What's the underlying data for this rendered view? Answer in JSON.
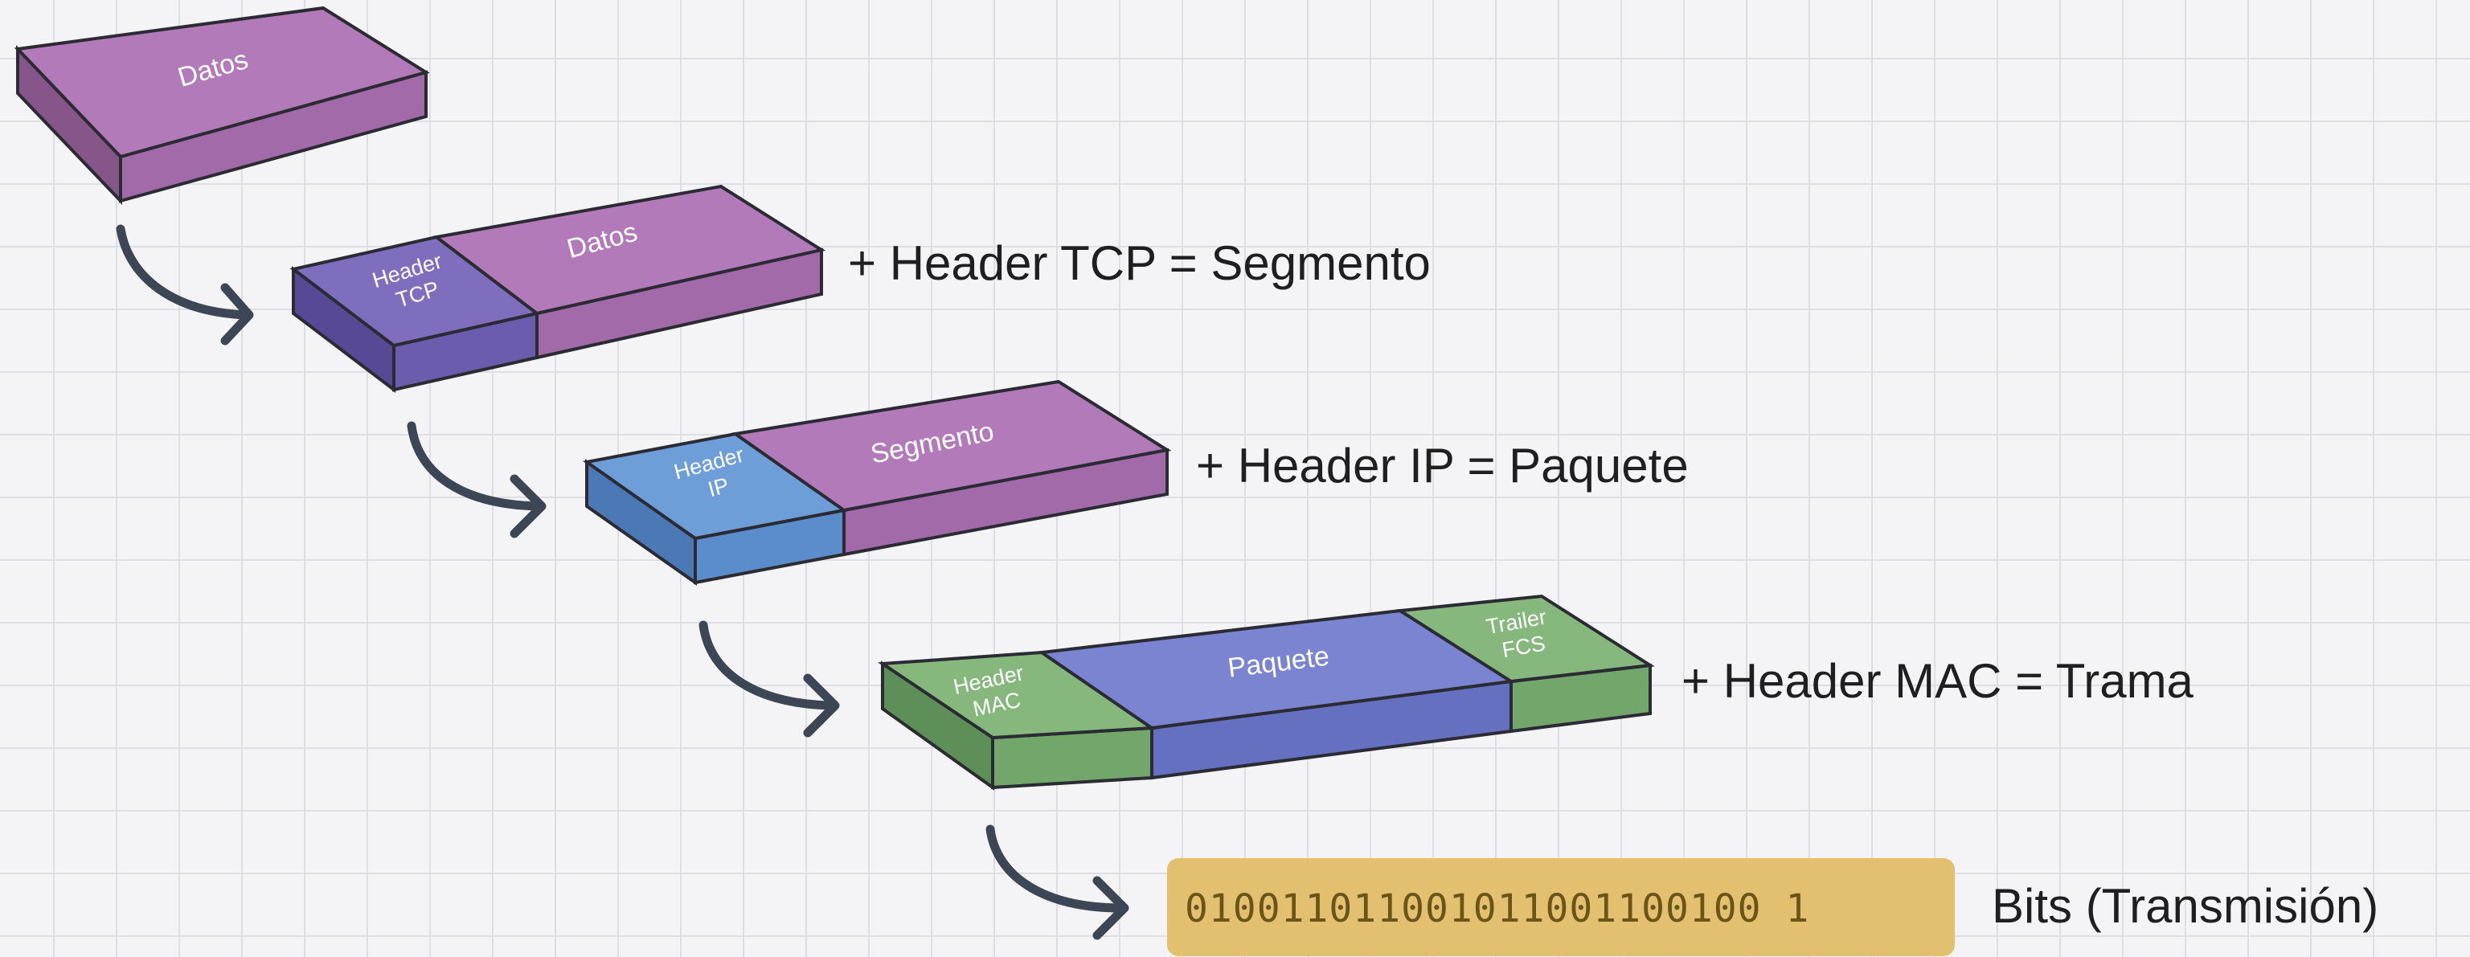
{
  "blocks": {
    "datos": {
      "label": "Datos"
    },
    "segmento": {
      "header_line1": "Header",
      "header_line2": "TCP",
      "body": "Datos"
    },
    "paquete": {
      "header_line1": "Header",
      "header_line2": "IP",
      "body": "Segmento"
    },
    "trama": {
      "header_line1": "Header",
      "header_line2": "MAC",
      "body": "Paquete",
      "trailer_line1": "Trailer",
      "trailer_line2": "FCS"
    }
  },
  "labels": {
    "segmento": "+ Header TCP = Segmento",
    "paquete": "+ Header IP = Paquete",
    "trama": "+ Header MAC = Trama",
    "bits_caption": "Bits (Transmisión)"
  },
  "bits": {
    "value": "010011011001011001100100 1"
  },
  "colors": {
    "datos": "#a26aa9",
    "tcp_header": "#6c5cad",
    "ip_header": "#5b8ccc",
    "mac": "#72a66b",
    "paquete_body": "#6670c0",
    "bits_fill": "#e3c06f",
    "arrow": "#3d4654"
  }
}
